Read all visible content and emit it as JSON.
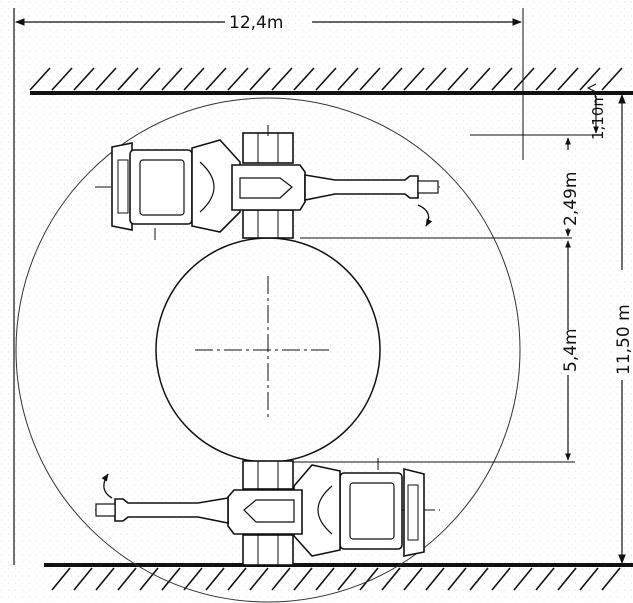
{
  "diagram": {
    "dimensions": {
      "overall_width": "12,4m",
      "overall_height": "11,50 m",
      "wall_clearance": "1,10m",
      "vehicle_width": "2,49m",
      "inner_diameter": "5,4m"
    },
    "colors": {
      "ink": "#111111",
      "paper": "#ffffff",
      "speckle": "#cccccc"
    },
    "icons": [
      "hatched-wall",
      "turning-vehicle",
      "dimension-arrow",
      "rotation-arrow"
    ]
  }
}
